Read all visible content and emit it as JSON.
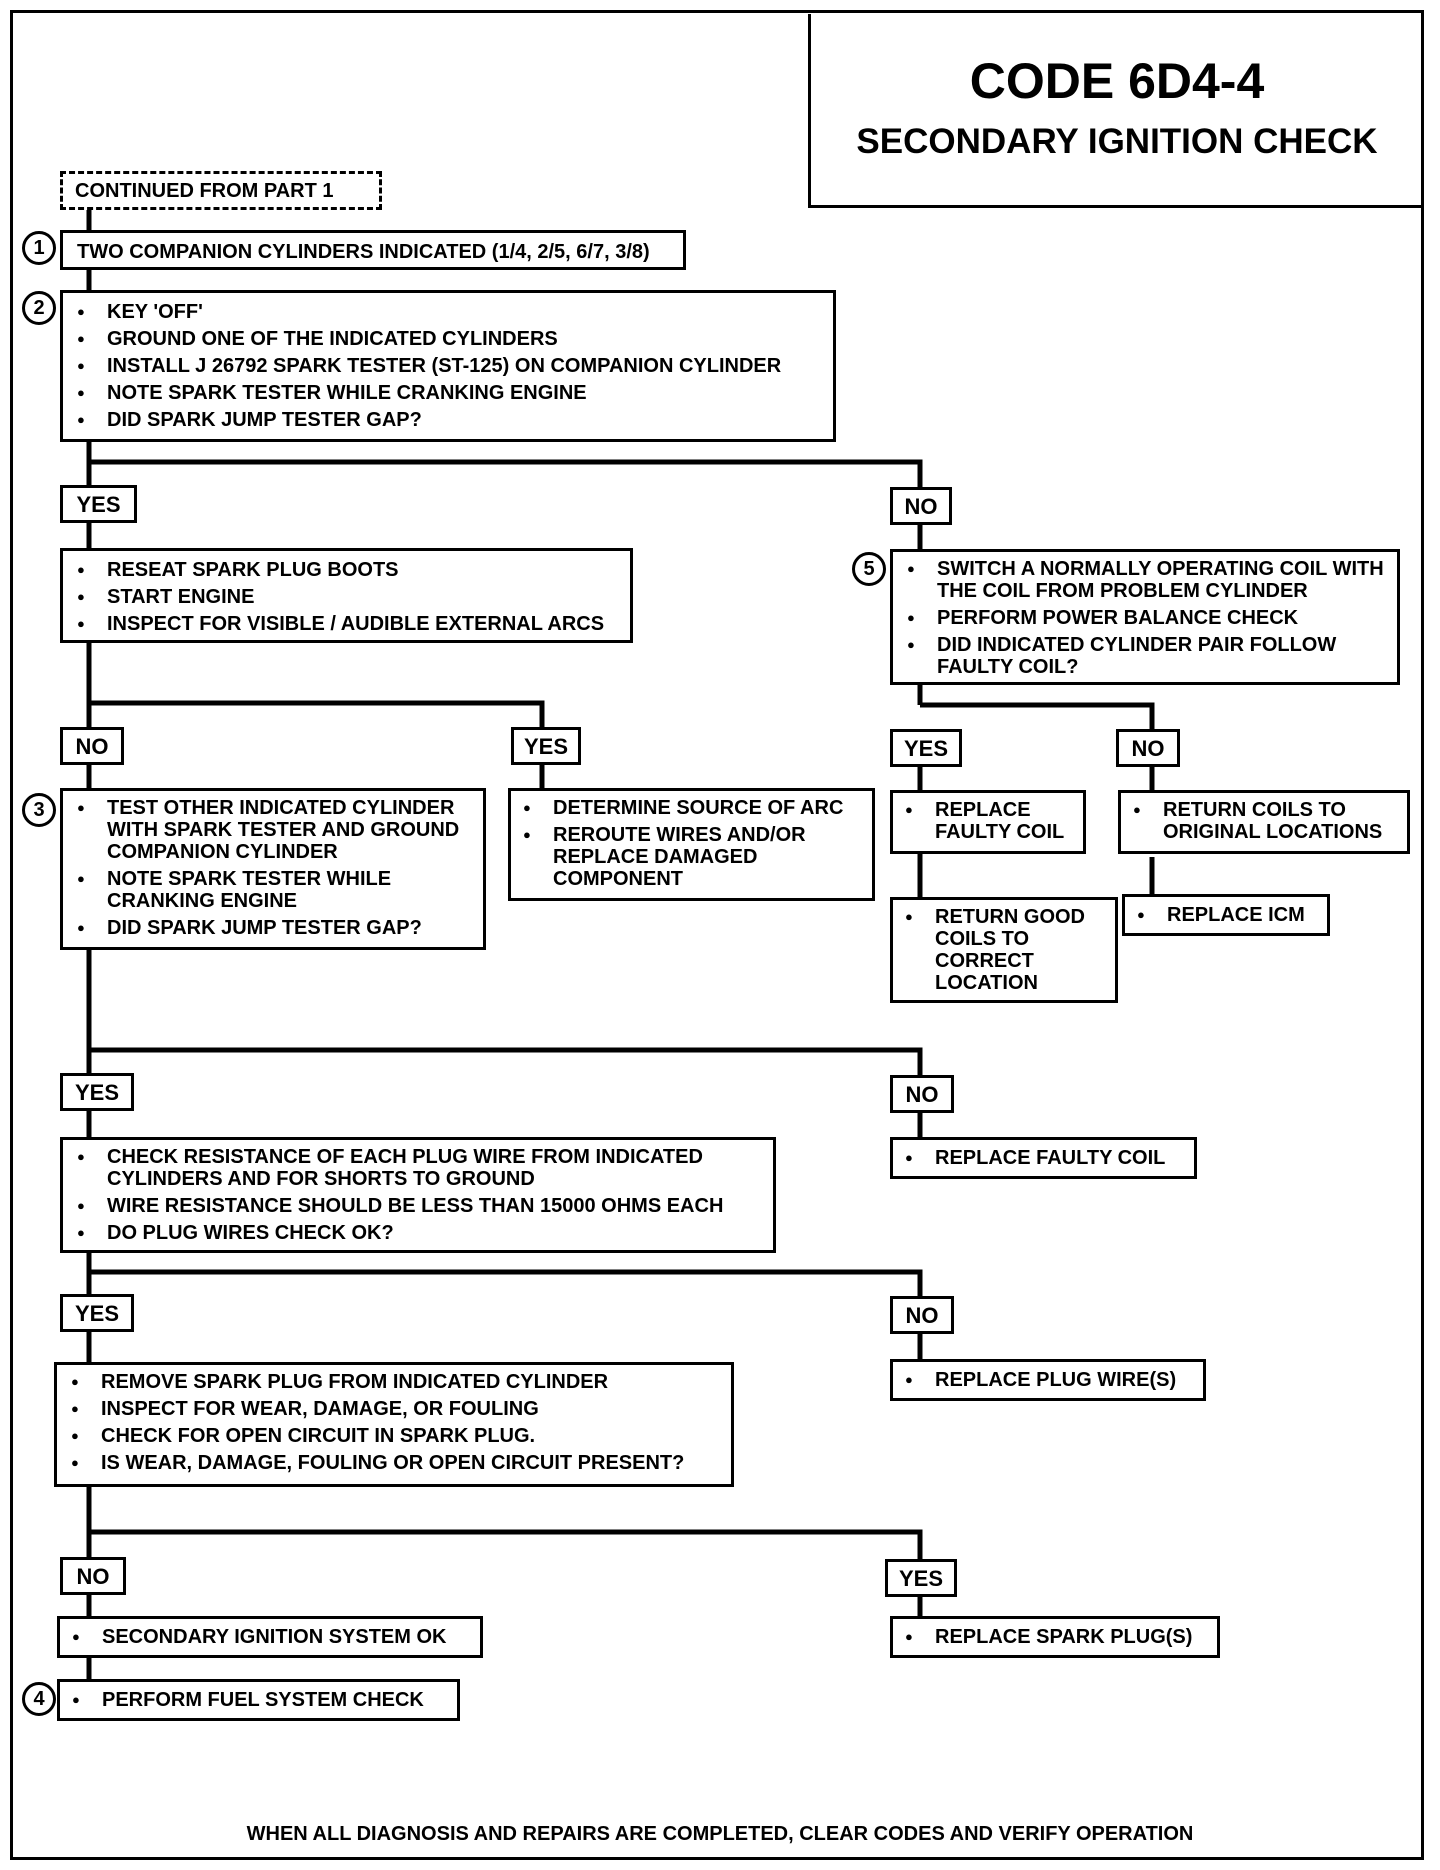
{
  "title": {
    "code": "CODE 6D4-4",
    "subtitle": "SECONDARY IGNITION CHECK"
  },
  "continued": "CONTINUED FROM PART 1",
  "step1": {
    "num": "1",
    "text": "TWO COMPANION CYLINDERS INDICATED (1/4, 2/5, 6/7, 3/8)"
  },
  "step2": {
    "num": "2",
    "items": [
      "KEY 'OFF'",
      "GROUND ONE OF THE INDICATED CYLINDERS",
      "INSTALL J 26792 SPARK TESTER (ST-125) ON COMPANION CYLINDER",
      "NOTE SPARK TESTER WHILE CRANKING ENGINE",
      "DID SPARK JUMP TESTER GAP?"
    ]
  },
  "labels": {
    "yes": "YES",
    "no": "NO"
  },
  "reseat": {
    "items": [
      "RESEAT SPARK PLUG BOOTS",
      "START ENGINE",
      "INSPECT FOR VISIBLE / AUDIBLE EXTERNAL ARCS"
    ]
  },
  "step5": {
    "num": "5",
    "items": [
      "SWITCH  A NORMALLY OPERATING COIL WITH THE COIL FROM PROBLEM CYLINDER",
      "PERFORM POWER BALANCE CHECK",
      "DID INDICATED CYLINDER PAIR FOLLOW FAULTY COIL?"
    ]
  },
  "step3": {
    "num": "3",
    "items": [
      "TEST OTHER INDICATED CYLINDER WITH SPARK TESTER AND GROUND COMPANION CYLINDER",
      "NOTE SPARK TESTER WHILE CRANKING ENGINE",
      "DID SPARK JUMP TESTER GAP?"
    ]
  },
  "arc": {
    "items": [
      "DETERMINE SOURCE OF ARC",
      "REROUTE  WIRES AND/OR REPLACE DAMAGED COMPONENT"
    ]
  },
  "replace_faulty_coil_a": "REPLACE FAULTY COIL",
  "return_coils": "RETURN COILS TO ORIGINAL LOCATIONS",
  "return_good_coils": "RETURN  GOOD COILS TO CORRECT LOCATION",
  "replace_icm": "REPLACE ICM",
  "plug_wires": {
    "items": [
      "CHECK RESISTANCE OF EACH PLUG WIRE FROM INDICATED CYLINDERS AND FOR SHORTS TO GROUND",
      "WIRE RESISTANCE SHOULD BE LESS THAN 15000 OHMS EACH",
      "DO PLUG WIRES CHECK OK?"
    ]
  },
  "replace_faulty_coil_b": "REPLACE  FAULTY COIL",
  "spark_plug": {
    "items": [
      "REMOVE SPARK PLUG FROM INDICATED CYLINDER",
      "INSPECT FOR WEAR, DAMAGE, OR FOULING",
      "CHECK FOR OPEN CIRCUIT IN SPARK PLUG.",
      "IS  WEAR, DAMAGE, FOULING OR OPEN CIRCUIT PRESENT?"
    ]
  },
  "replace_plug_wires": "REPLACE PLUG WIRE(S)",
  "system_ok": "SECONDARY IGNITION SYSTEM OK",
  "replace_spark_plugs": "REPLACE SPARK PLUG(S)",
  "step4": {
    "num": "4",
    "text": "PERFORM FUEL SYSTEM CHECK"
  },
  "footer": "WHEN ALL DIAGNOSIS AND REPAIRS ARE COMPLETED, CLEAR CODES AND VERIFY OPERATION"
}
